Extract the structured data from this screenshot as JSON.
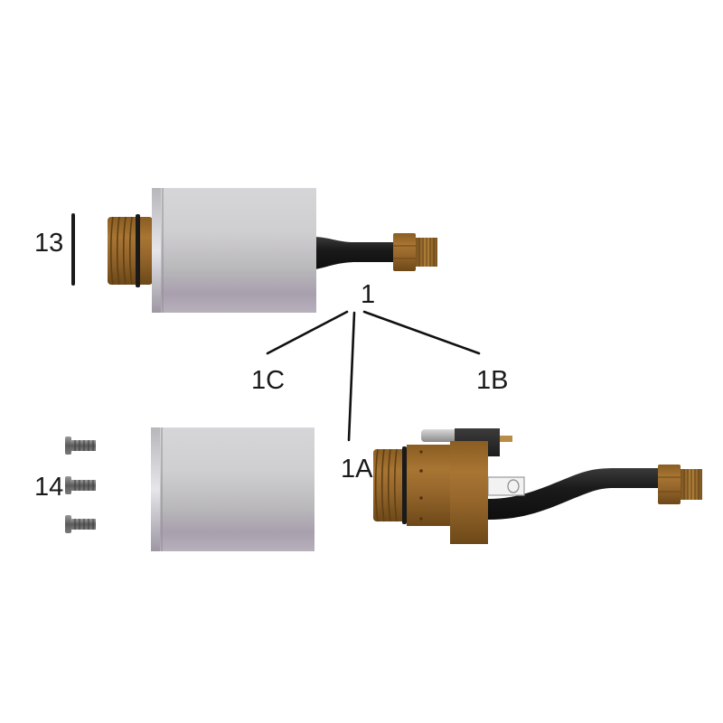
{
  "diagram": {
    "type": "exploded-parts-view",
    "colors": {
      "background": "#ffffff",
      "sleeve_silver": "#c9c8cc",
      "sleeve_purple_tint": "#a89fae",
      "brass": "#9a6a2a",
      "brass_dark": "#6e4a1b",
      "hose_black": "#1c1c1c",
      "screw_grey": "#6a6a6a",
      "label": "#1a1a1a"
    },
    "callouts": [
      {
        "id": "13",
        "label": "13",
        "part": "o-ring"
      },
      {
        "id": "1",
        "label": "1",
        "part": "torch-head-assembly"
      },
      {
        "id": "1C",
        "label": "1C",
        "part": "outer-sleeve"
      },
      {
        "id": "1B",
        "label": "1B",
        "part": "hose-fitting"
      },
      {
        "id": "1A",
        "label": "1A",
        "part": "torch-head-body"
      },
      {
        "id": "14",
        "label": "14",
        "part": "screws"
      }
    ],
    "labels": {
      "l13": "13",
      "l1": "1",
      "l1C": "1C",
      "l1B": "1B",
      "l1A": "1A",
      "l14": "14"
    },
    "parts": [
      {
        "name": "assembled-torch-head",
        "description": "Assembled unit: brass threaded nose, silver sleeve, black hose with brass fitting"
      },
      {
        "name": "o-ring",
        "callout": "13"
      },
      {
        "name": "screws",
        "callout": "14",
        "count": 3
      },
      {
        "name": "sleeve",
        "callout": "1C"
      },
      {
        "name": "torch-body-with-hose",
        "callout": "1A"
      }
    ]
  }
}
